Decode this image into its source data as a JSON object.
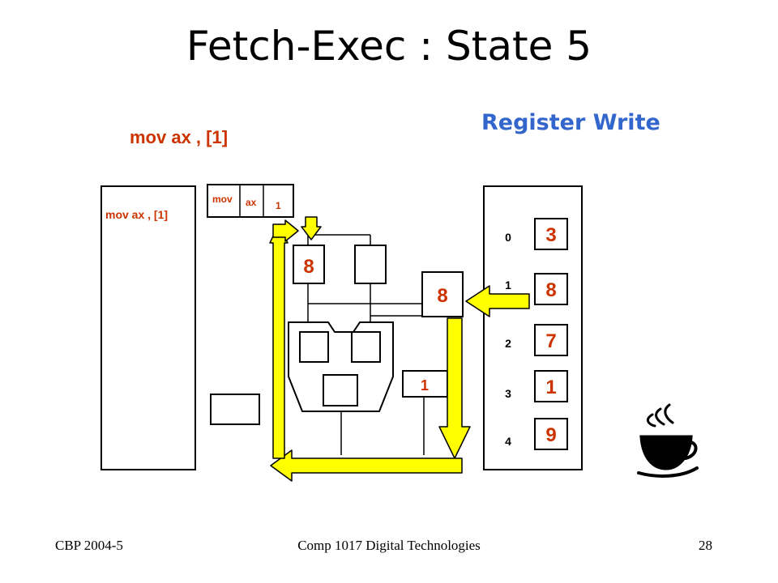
{
  "title": "Fetch-Exec : State 5",
  "subtitle": "Register Write",
  "instruction": "mov ax , [1]",
  "memory": {
    "label": "mov ax , [1]"
  },
  "ir": {
    "op": "mov",
    "reg": "ax",
    "addr": "1"
  },
  "cpu": {
    "left_reg": "8",
    "right_reg": "",
    "mdr": "8",
    "mar": "1"
  },
  "registers": [
    {
      "index": "0",
      "value": "3"
    },
    {
      "index": "1",
      "value": "8"
    },
    {
      "index": "2",
      "value": "7"
    },
    {
      "index": "3",
      "value": "1"
    },
    {
      "index": "4",
      "value": "9"
    }
  ],
  "footer": {
    "left": "CBP 2004-5",
    "center": "Comp 1017 Digital Technologies",
    "right": "28"
  },
  "colors": {
    "title": "#000000",
    "subtitle": "#3366cc",
    "accent": "#cc3300",
    "arrow": "#ffff00"
  },
  "icons": [
    "java-coffee-cup-icon"
  ]
}
